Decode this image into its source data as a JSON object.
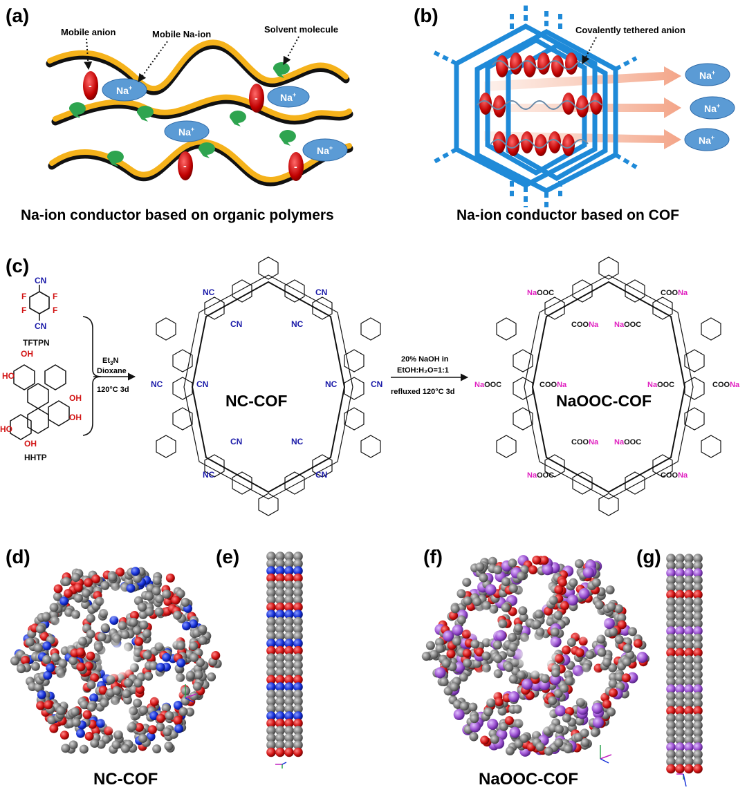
{
  "panels": {
    "a": {
      "tag": "(a)",
      "labels": {
        "mobile_anion": "Mobile anion",
        "mobile_na": "Mobile Na-ion",
        "solvent": "Solvent molecule"
      },
      "caption": "Na-ion conductor based on organic polymers",
      "ion": "Na",
      "ion_charge": "+",
      "anion_charge": "-"
    },
    "b": {
      "tag": "(b)",
      "labels": {
        "tethered": "Covalently tethered anion"
      },
      "caption": "Na-ion conductor based on COF",
      "ion": "Na",
      "ion_charge": "+"
    },
    "c": {
      "tag": "(c)",
      "reactants": {
        "tftpn": "TFTPN",
        "hhtp": "HHTP"
      },
      "atoms": {
        "cn": "CN",
        "nc": "NC",
        "f": "F",
        "oh": "OH",
        "ho": "HO",
        "coona": "COONa",
        "naooc": "NaOOC"
      },
      "conditions1": {
        "line1": "Et",
        "sub": "3",
        "line1b": "N",
        "line2": "Dioxane",
        "line3": "120°C  3d"
      },
      "conditions2": {
        "line1": "20% NaOH in",
        "line2": "EtOH:H₂O=1:1",
        "line3": "refluxed 120°C 3d"
      },
      "product1": "NC-COF",
      "product2": "NaOOC-COF"
    },
    "d": {
      "tag": "(d)",
      "caption": "NC-COF"
    },
    "e": {
      "tag": "(e)"
    },
    "f": {
      "tag": "(f)",
      "caption": "NaOOC-COF"
    },
    "g": {
      "tag": "(g)"
    }
  },
  "colors": {
    "polymer": "#f5b21b",
    "polymer_shadow": "#111111",
    "na_ion": "#5b9bd5",
    "anion": "#c00000",
    "solvent": "#2ea44f",
    "cof_frame": "#1f8ad8",
    "cyano": "#1a1aa8",
    "sodium_text": "#e020c0",
    "atom_c": "#7a7a7a",
    "atom_o": "#d21414",
    "atom_n": "#1530d8",
    "atom_na": "#9a4fd0"
  }
}
